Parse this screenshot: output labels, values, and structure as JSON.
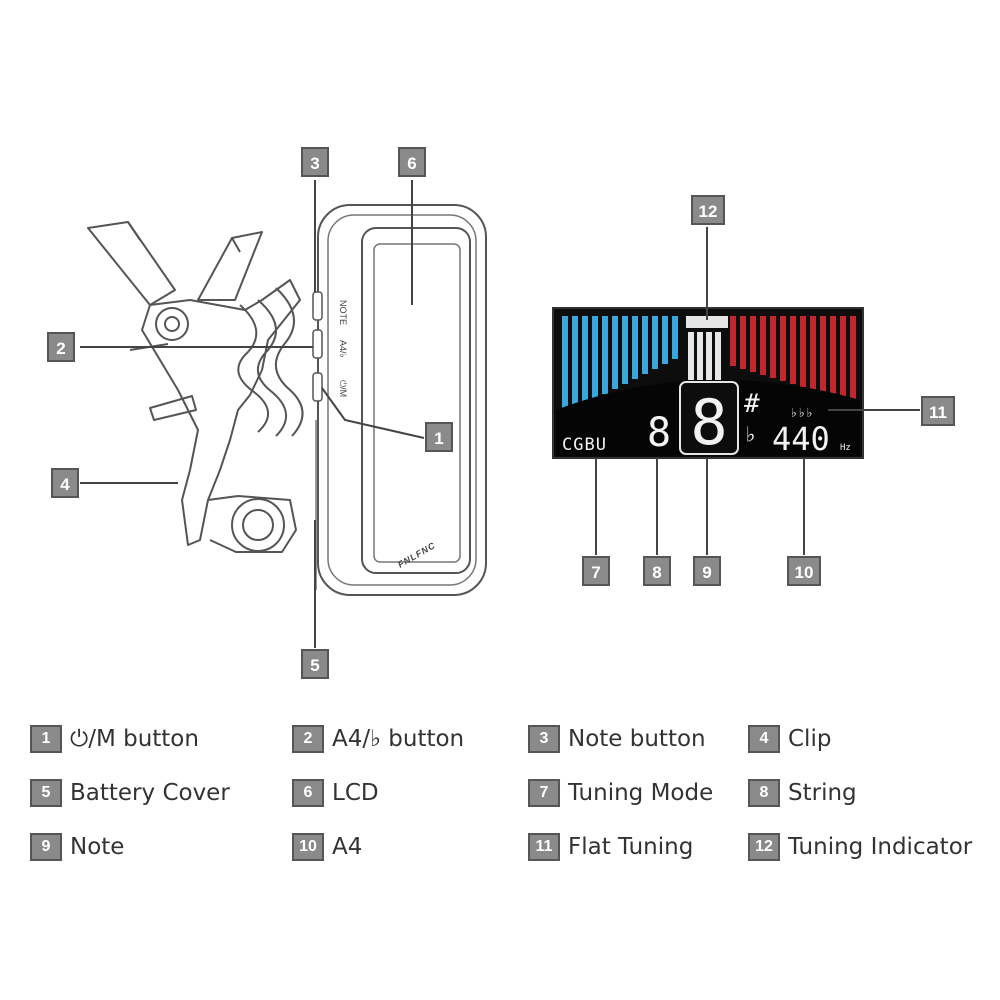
{
  "device": {
    "side_labels": {
      "note": "NOTE",
      "a4": "A4/♭",
      "power": "⏻/M"
    },
    "brand": "FNLFNC"
  },
  "lcd": {
    "tuning_mode": "CGBU",
    "string": "8",
    "note": "8",
    "sharp": "#",
    "flat": "♭",
    "flat_tuning": "♭♭♭",
    "a4_value": "440",
    "a4_unit": "Hz"
  },
  "callouts": {
    "c1": "1",
    "c2": "2",
    "c3": "3",
    "c4": "4",
    "c5": "5",
    "c6": "6",
    "c7": "7",
    "c8": "8",
    "c9": "9",
    "c10": "10",
    "c11": "11",
    "c12": "12"
  },
  "legend": [
    [
      {
        "num": "1",
        "label": "⏻/M button"
      },
      {
        "num": "2",
        "label": "A4/♭ button"
      },
      {
        "num": "3",
        "label": "Note button"
      },
      {
        "num": "4",
        "label": "Clip"
      }
    ],
    [
      {
        "num": "5",
        "label": "Battery Cover"
      },
      {
        "num": "6",
        "label": "LCD"
      },
      {
        "num": "7",
        "label": "Tuning Mode"
      },
      {
        "num": "8",
        "label": "String"
      }
    ],
    [
      {
        "num": "9",
        "label": "Note"
      },
      {
        "num": "10",
        "label": "A4"
      },
      {
        "num": "11",
        "label": "Flat Tuning"
      },
      {
        "num": "12",
        "label": "Tuning Indicator"
      }
    ]
  ],
  "colors": {
    "lcd_background": "#0d0d0d",
    "meter_blue": "#3aa6dc",
    "meter_red": "#c0282e",
    "callout_fill": "#8a8a8a",
    "callout_border": "#555555",
    "line": "#444444"
  }
}
